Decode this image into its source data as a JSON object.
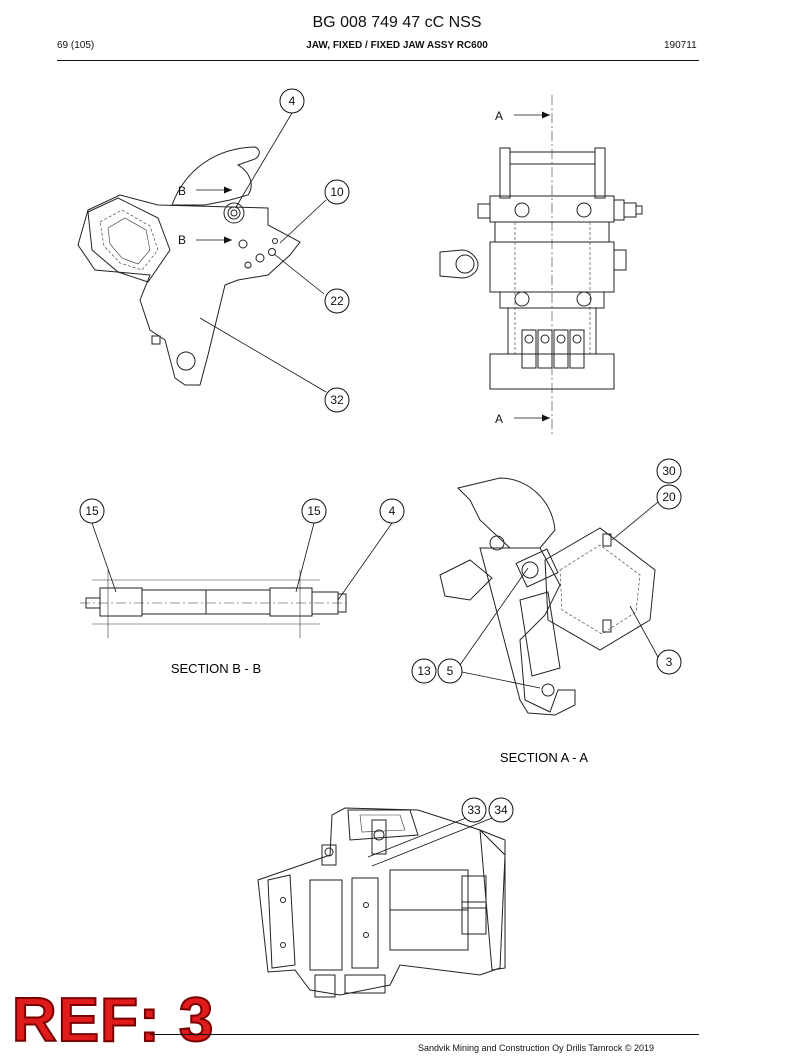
{
  "header": {
    "doc_number": "BG 008 749 47 cC NSS",
    "page": "69 (105)",
    "title": "JAW, FIXED / FIXED JAW ASSY RC600",
    "date_code": "190711"
  },
  "views": {
    "section_bb_label": "SECTION B - B",
    "section_aa_label": "SECTION A - A",
    "cut_a_label": "A",
    "cut_b_label": "B"
  },
  "balloons": {
    "b4_top": "4",
    "b10": "10",
    "b22": "22",
    "b32": "32",
    "b15_left": "15",
    "b15_right": "15",
    "b4_section": "4",
    "b30": "30",
    "b20": "20",
    "b3": "3",
    "b13": "13",
    "b5": "5",
    "b33": "33",
    "b34": "34"
  },
  "ref_banner": "REF: 3",
  "footer": {
    "copyright": "Sandvik Mining and Construction Oy Drills Tamrock © 2019"
  }
}
